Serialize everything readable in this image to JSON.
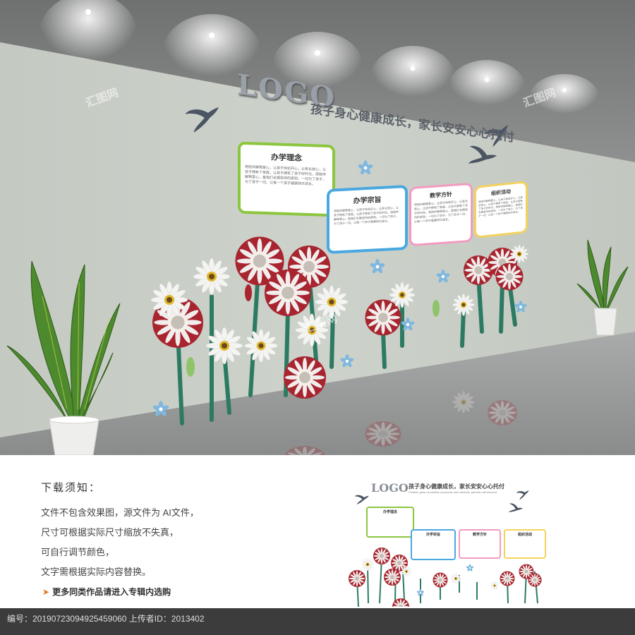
{
  "wall": {
    "logo": "LOGO",
    "slogan": "孩子身心健康成长，家长安安心心托付",
    "cards": [
      {
        "title": "办学理念",
        "border": "#8cc63f"
      },
      {
        "title": "办学宗旨",
        "border": "#4aa8e0"
      },
      {
        "title": "教学方针",
        "border": "#f29bc0"
      },
      {
        "title": "组织活动",
        "border": "#f2d35e"
      }
    ],
    "card_body": "用陪伴解释爱心，让孩子体验开心，让家长放心，让孩子拥有了家庭，让孩子拥有了孩子好时光。用陪伴解释爱心，是我们长期坚持的原则。一切为了孩子，为了孩子一切。让每一个孩子健康快乐成长。"
  },
  "watermark": "汇图网",
  "notice": {
    "title": "下载须知：",
    "lines": [
      "文件不包含效果图，源文件为 AI文件，",
      "尺寸可根据实际尺寸缩放不失真，",
      "可自行调节颜色，",
      "文字需根据实际内容替换。"
    ],
    "more": "更多同类作品请进入专辑内选购"
  },
  "thumb": {
    "logo": "LOGO",
    "slogan": "孩子身心健康成长，家长安安心心托付",
    "sub": "Children grow up healthy physically and mentally, parents rest assured",
    "cards": [
      "办学理念",
      "办学宗旨",
      "教学方针",
      "组织活动"
    ]
  },
  "footer": {
    "text": "编号：20190723094925459060 上传者ID：2013402"
  },
  "colors": {
    "wall": "#cbd0c9",
    "floor": "#9a9b9b",
    "flower_red": "#a8252f",
    "stem": "#2d7a63",
    "accent": "#e8751a"
  },
  "icons": [
    "swallow-icon",
    "daisy-icon",
    "plant-icon",
    "arrow-icon"
  ]
}
